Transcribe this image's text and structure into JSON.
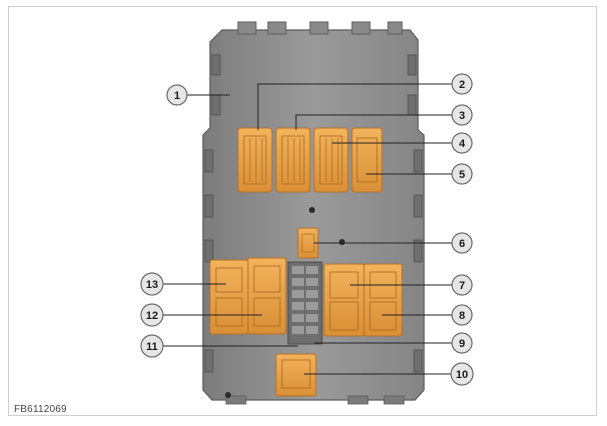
{
  "figure": {
    "id_label": "FB6112069",
    "colors": {
      "housing": "#8e8e8e",
      "housing_edge": "#5c5c5c",
      "connector": "#e8a44c",
      "connector_edge": "#b4702a",
      "callout_fill": "#e6e6e6",
      "callout_stroke": "#6a6a6a",
      "leader": "#222222"
    },
    "callouts": [
      {
        "n": "1"
      },
      {
        "n": "2"
      },
      {
        "n": "3"
      },
      {
        "n": "4"
      },
      {
        "n": "5"
      },
      {
        "n": "6"
      },
      {
        "n": "7"
      },
      {
        "n": "8"
      },
      {
        "n": "9"
      },
      {
        "n": "10"
      },
      {
        "n": "11"
      },
      {
        "n": "12"
      },
      {
        "n": "13"
      }
    ]
  }
}
